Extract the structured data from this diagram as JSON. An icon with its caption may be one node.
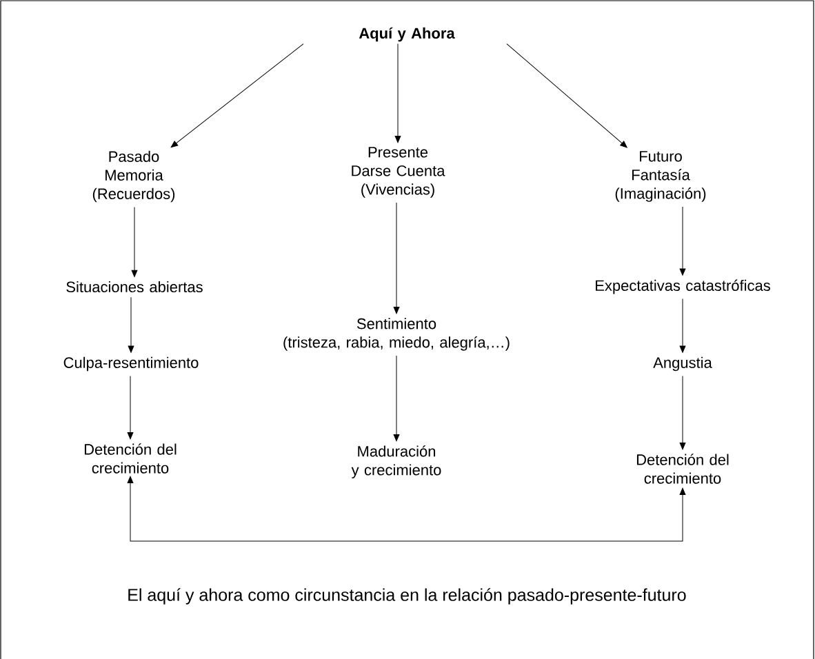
{
  "diagram": {
    "caption": "El aquí y ahora como circunstancia en la relación pasado-presente-futuro",
    "nodes": [
      {
        "text": [
          "Aquí y Ahora"
        ]
      },
      {
        "text": [
          "Pasado Memoria (Recuerdos)"
        ]
      },
      {
        "text": [
          "Presente Darse Cuenta (Vivencias)"
        ]
      },
      {
        "text": [
          "Futuro Fantasía (Imaginación)"
        ]
      },
      {
        "text": [
          "Situaciones abiertas"
        ]
      },
      {
        "text": [
          "Culpa-resentimiento"
        ]
      },
      {
        "text": [
          "Detención del crecimiento"
        ]
      },
      {
        "text": [
          "Sentimiento",
          "(tristeza, rabia, miedo, alegría,…)"
        ]
      },
      {
        "text": [
          "Maduración y crecimiento"
        ]
      },
      {
        "text": [
          "Expectativas catastróficas"
        ]
      },
      {
        "text": [
          "Angustia"
        ]
      },
      {
        "text": [
          "Detención del crecimiento"
        ]
      }
    ],
    "edges": [
      {
        "from": 0,
        "to": 1,
        "arrow": "to"
      },
      {
        "from": 0,
        "to": 2,
        "arrow": "to"
      },
      {
        "from": 0,
        "to": 3,
        "arrow": "to"
      },
      {
        "from": 1,
        "to": 4,
        "arrow": "to"
      },
      {
        "from": 4,
        "to": 5,
        "arrow": "to"
      },
      {
        "from": 5,
        "to": 6,
        "arrow": "to"
      },
      {
        "from": 2,
        "to": 7,
        "arrow": "to"
      },
      {
        "from": 7,
        "to": 8,
        "arrow": "to"
      },
      {
        "from": 3,
        "to": 9,
        "arrow": "to"
      },
      {
        "from": 9,
        "to": 10,
        "arrow": "to"
      },
      {
        "from": 10,
        "to": 11,
        "arrow": "to"
      },
      {
        "from": 6,
        "to": 11,
        "arrow": "both"
      }
    ]
  }
}
